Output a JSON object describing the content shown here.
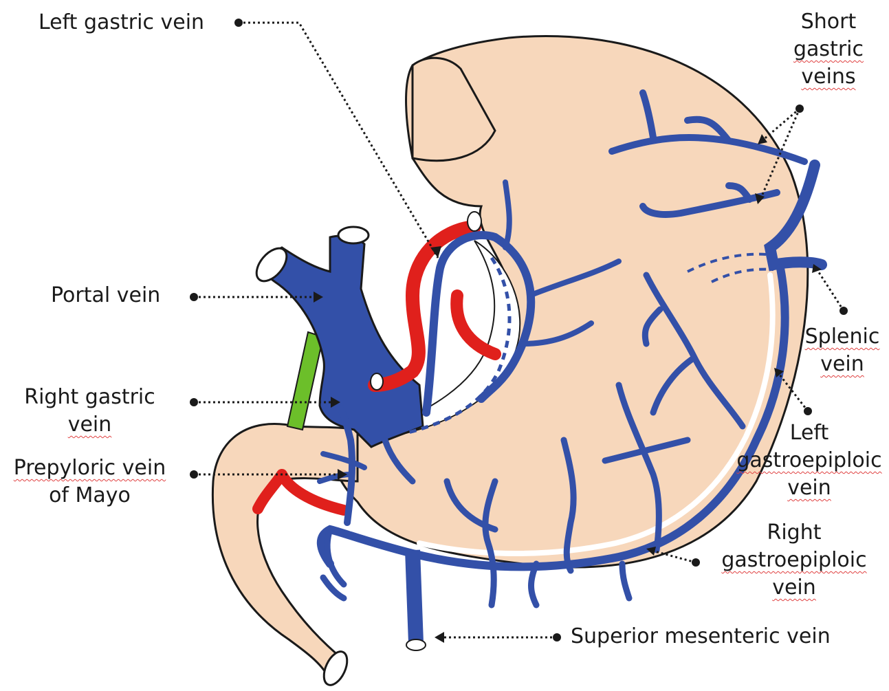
{
  "labels": {
    "left_gastric": "Left gastric vein",
    "short_gastric": [
      "Short",
      "gastric",
      "veins"
    ],
    "portal": "Portal vein",
    "splenic": [
      "Splenic",
      "vein"
    ],
    "right_gastric": [
      "Right gastric",
      "vein"
    ],
    "prepyloric": [
      "Prepyloric vein",
      "of Mayo"
    ],
    "left_gastroepiploic": [
      "Left",
      "gastroepiploic",
      "vein"
    ],
    "right_gastroepiploic": [
      "Right",
      "gastroepiploic",
      "vein"
    ],
    "superior_mesenteric": "Superior mesenteric vein"
  },
  "colors": {
    "vein": "#3350a8",
    "artery": "#e0201c",
    "stomach": "#f7d7bb",
    "duct": "#6cbf2a",
    "outline": "#1a1a1a"
  }
}
